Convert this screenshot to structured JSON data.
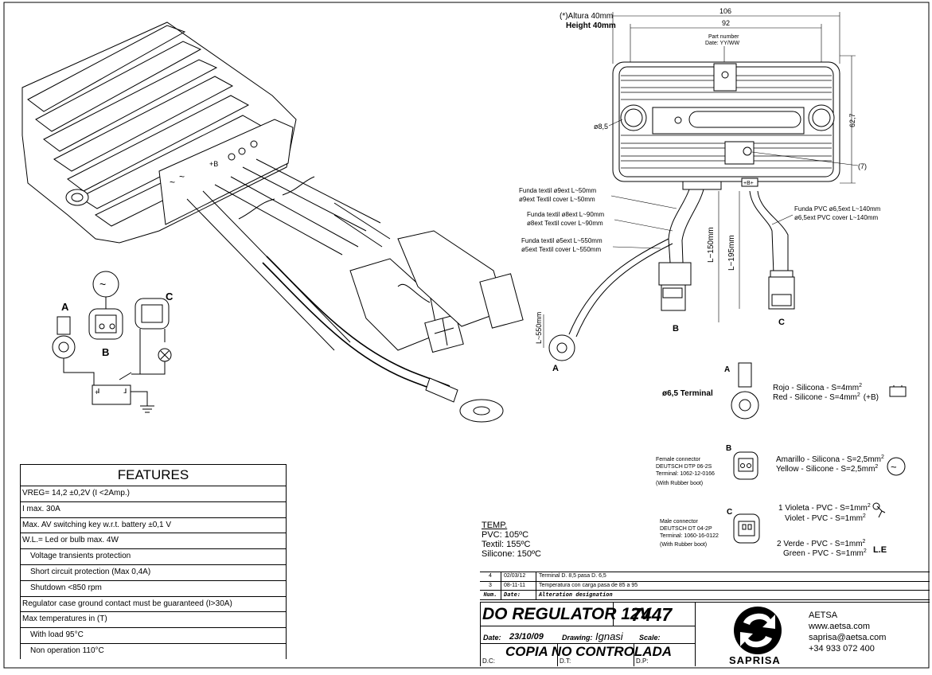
{
  "dimensions": {
    "height_es": "(*)Altura 40mm",
    "height_en": "Height 40mm",
    "width_total": "106",
    "width_inner": "92",
    "height_side": "62,7",
    "hole": "ø8,5",
    "ref7": "(7)",
    "part_number": "Part number",
    "date_code": "Date: YY/WW",
    "l150": "L~150mm",
    "l195": "L~195mm",
    "l550": "L~550mm"
  },
  "covers": {
    "a_es": "Funda textil ø9ext  L~50mm",
    "a_en": "ø9ext Textil cover  L~50mm",
    "b_es": "Funda textil ø8ext  L~90mm",
    "b_en": "ø8ext Textil cover  L~90mm",
    "c_es": "Funda textil ø5ext  L~550mm",
    "c_en": "ø5ext Textil cover  L~550mm",
    "d_es": "Funda PVC ø6,5ext  L~140mm",
    "d_en": "ø6,5ext PVC cover  L~140mm"
  },
  "labels": {
    "a": "A",
    "b": "B",
    "c": "C",
    "b_short": "+B"
  },
  "terminal": {
    "title": "ø6,5 Terminal",
    "red_es": "Rojo - Silicona - S=4mm",
    "red_en": "Red - Silicone - S=4mm",
    "plus_b": "(+B)",
    "sup": "2"
  },
  "connector_b": {
    "line1": "Female connector",
    "line2": "DEUTSCH DTP 06-2S",
    "line3": "Terminal: 1062-12-0166",
    "line4": "(With Rubber boot)",
    "wire_es": "Amarillo - Silicona - S=2,5mm",
    "wire_en": "Yellow - Silicone - S=2,5mm"
  },
  "connector_c": {
    "line1": "Male connector",
    "line2": "DEUTSCH DT 04-2P",
    "line3": "Terminal: 1060-16-0122",
    "line4": "(With Rubber boot)",
    "w1_es": "1 Violeta - PVC - S=1mm",
    "w1_en": "Violet - PVC - S=1mm",
    "w2_es": "2 Verde - PVC - S=1mm",
    "w2_en": "Green - PVC - S=1mm",
    "le": "L.E"
  },
  "features": {
    "title": "FEATURES",
    "rows": [
      "VREG= 14,2 ±0,2V (I <2Amp.)",
      "I max. 30A",
      "Max. AV switching key w.r.t. battery  ±0,1 V",
      "W.L.= Led or bulb max. 4W",
      "Voltage transients protection",
      "Short circuit protection (Max 0,4A)",
      "Shutdown <850 rpm",
      "Regulator case ground contact must be guaranteed (I>30A)",
      "Max temperatures in (T)",
      "With load 95°C",
      "Non operation 110°C"
    ]
  },
  "temp": {
    "title": "TEMP.",
    "pvc": "PVC: 105ºC",
    "textil": "Textil: 155ºC",
    "silicone": "Silicone: 150ºC"
  },
  "revisions": {
    "rows": [
      {
        "num": "4",
        "date": "02/03/12",
        "desc": "Terminal D. 8,5 pasa D. 6,5"
      },
      {
        "num": "3",
        "date": "08-11-11",
        "desc": "Temperatura con carga pasa de 85 a 95"
      }
    ],
    "header": {
      "num": "Num.",
      "date": "Date:",
      "desc": "Alteration designation"
    }
  },
  "title_block": {
    "name": "DO REGULATOR 12V",
    "code": "7447",
    "date_label": "Date:",
    "date": "23/10/09",
    "drawing_label": "Drawing:",
    "drawing": "Ignasi",
    "scale_label": "Scale:",
    "copy": "COPIA NO CONTROLADA",
    "dc": "D.C:",
    "dt": "D.T:",
    "dp": "D.P:",
    "logo": "SAPRISA",
    "company": "AETSA",
    "web": "www.aetsa.com",
    "email": "saprisa@aetsa.com",
    "phone": "+34 933 072 400"
  }
}
